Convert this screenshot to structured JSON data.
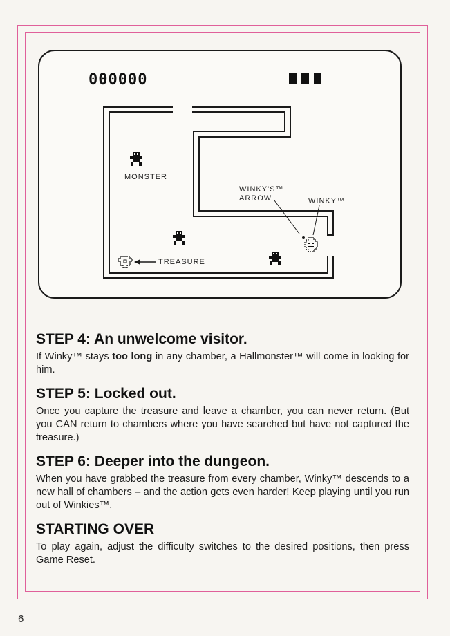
{
  "screen": {
    "score": "000000",
    "lives": 3,
    "labels": {
      "monster": "MONSTER",
      "winkys_arrow_line1": "WINKY'S™",
      "winkys_arrow_line2": "ARROW",
      "winky": "WINKY™",
      "treasure": "TREASURE"
    }
  },
  "steps": [
    {
      "title": "STEP 4: An unwelcome visitor.",
      "text_before": "If Winky™ stays ",
      "text_bold": "too long",
      "text_after": " in any chamber, a Hallmonster™ will come in looking for him."
    },
    {
      "title": "STEP 5: Locked out.",
      "text": "Once you capture the treasure and leave a chamber, you can never return. (But you CAN return to chambers where you have searched but have not captured the treasure.)"
    },
    {
      "title": "STEP 6: Deeper into the dungeon.",
      "text": "When you have grabbed the treasure from every chamber, Winky™ descends to a new hall of chambers – and the action gets even harder! Keep playing until you run out of Winkies™."
    },
    {
      "title": "STARTING OVER",
      "text": "To play again, adjust the difficulty switches to the desired positions, then press Game Reset."
    }
  ],
  "page_number": "6"
}
